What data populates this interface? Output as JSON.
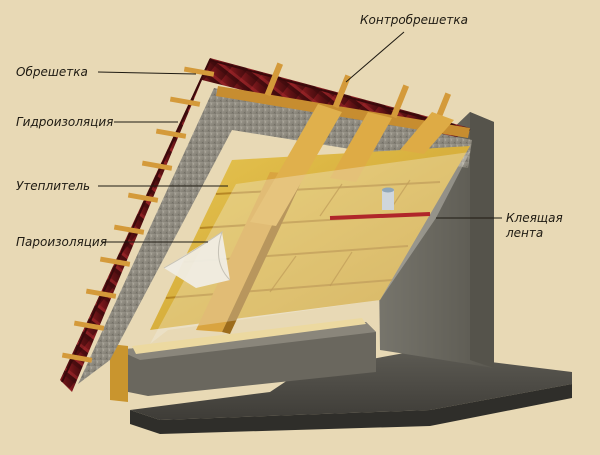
{
  "labels": {
    "battens": "Обрешетка",
    "counter_battens": "Контробрешетка",
    "waterproofing": "Гидроизоляция",
    "insulation": "Утеплитель",
    "vapor_barrier": "Пароизоляция",
    "tape_line1": "Клеящая",
    "tape_line2": "лента"
  },
  "colors": {
    "background": "#e8d9b5",
    "roof_tile": "#6e1518",
    "batten": "#d49a3a",
    "membrane": "#8c887e",
    "insulation": "#d9b53c",
    "wall": "#6c6a62",
    "floor": "#4e4c46",
    "tape": "#b0262a"
  }
}
